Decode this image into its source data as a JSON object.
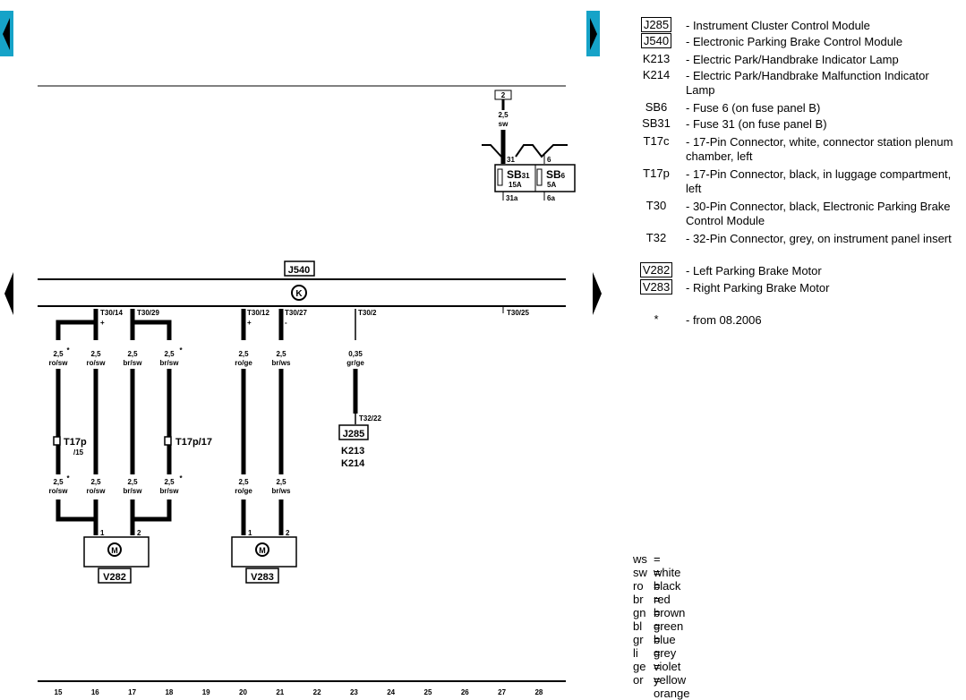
{
  "legend": [
    {
      "code": "J285",
      "boxed": true,
      "desc": "- Instrument Cluster Control Module"
    },
    {
      "code": "J540",
      "boxed": true,
      "desc": "- Electronic Parking Brake Control Module"
    },
    {
      "code": "K213",
      "boxed": false,
      "desc": "- Electric Park/Handbrake Indicator Lamp"
    },
    {
      "code": "K214",
      "boxed": false,
      "desc": "- Electric Park/Handbrake Malfunction Indicator Lamp"
    },
    {
      "code": "SB6",
      "boxed": false,
      "desc": "- Fuse 6 (on fuse panel B)"
    },
    {
      "code": "SB31",
      "boxed": false,
      "desc": "- Fuse 31 (on fuse panel B)"
    },
    {
      "code": "T17c",
      "boxed": false,
      "desc": "- 17-Pin Connector, white, connector station plenum chamber, left"
    },
    {
      "code": "T17p",
      "boxed": false,
      "desc": "- 17-Pin Connector, black, in luggage compartment, left"
    },
    {
      "code": "T30",
      "boxed": false,
      "desc": "- 30-Pin Connector, black, Electronic Parking Brake Control Module"
    },
    {
      "code": "T32",
      "boxed": false,
      "desc": "- 32-Pin Connector, grey, on instrument panel insert"
    },
    {
      "code": "V282",
      "boxed": true,
      "desc": "- Left Parking Brake Motor"
    },
    {
      "code": "V283",
      "boxed": true,
      "desc": "- Right Parking Brake Motor"
    },
    {
      "code": "*",
      "boxed": false,
      "desc": "- from 08.2006"
    }
  ],
  "colors": [
    {
      "code": "ws",
      "desc": "= white"
    },
    {
      "code": "sw",
      "desc": "= black"
    },
    {
      "code": "ro",
      "desc": "= red"
    },
    {
      "code": "br",
      "desc": "= brown"
    },
    {
      "code": "gn",
      "desc": "= green"
    },
    {
      "code": "bl",
      "desc": "= blue"
    },
    {
      "code": "gr",
      "desc": "= grey"
    },
    {
      "code": "li",
      "desc": "= violet"
    },
    {
      "code": "ge",
      "desc": "= yellow"
    },
    {
      "code": "or",
      "desc": "= orange"
    }
  ],
  "diagram": {
    "module_label": "J540",
    "module_icon": "k-symbol-icon",
    "fuse_ground_label": "2",
    "fuse_wire_size": "2,5",
    "fuse_wire_color": "sw",
    "fuse1_pin_in": "31",
    "fuse1_code": "SB",
    "fuse1_sub": "31",
    "fuse1_rating": "15A",
    "fuse1_pin_out": "31a",
    "fuse2_pin_in": "6",
    "fuse2_code": "SB",
    "fuse2_sub": "6",
    "fuse2_rating": "5A",
    "fuse2_pin_out": "6a",
    "pins": [
      "T30/14",
      "T30/29",
      "T30/12",
      "T30/27",
      "T30/2",
      "T30/25"
    ],
    "wires_top": [
      {
        "size": "2,5",
        "color": "ro/sw",
        "star": "*"
      },
      {
        "size": "2,5",
        "color": "ro/sw",
        "star": ""
      },
      {
        "size": "2,5",
        "color": "br/sw",
        "star": ""
      },
      {
        "size": "2,5",
        "color": "br/sw",
        "star": "*"
      },
      {
        "size": "2,5",
        "color": "ro/ge",
        "star": ""
      },
      {
        "size": "2,5",
        "color": "br/ws",
        "star": ""
      },
      {
        "size": "0,35",
        "color": "gr/ge",
        "star": ""
      }
    ],
    "wires_bottom": [
      {
        "size": "2,5",
        "color": "ro/sw",
        "star": "*"
      },
      {
        "size": "2,5",
        "color": "ro/sw",
        "star": ""
      },
      {
        "size": "2,5",
        "color": "br/sw",
        "star": ""
      },
      {
        "size": "2,5",
        "color": "br/sw",
        "star": "*"
      },
      {
        "size": "2,5",
        "color": "ro/ge",
        "star": ""
      },
      {
        "size": "2,5",
        "color": "br/ws",
        "star": ""
      }
    ],
    "connector_left": "T17p",
    "connector_left_sub": "/15",
    "connector_right": "T17p/17",
    "cluster_label": "J285",
    "cluster_pin": "T32/22",
    "lamp1": "K213",
    "lamp2": "K214",
    "motor_left": "V282",
    "motor_right": "V283",
    "motor_pin1": "1",
    "motor_pin2": "2",
    "plus": "+",
    "minus": "-",
    "motor_symbol": "M",
    "ruler": [
      "15",
      "16",
      "17",
      "18",
      "19",
      "20",
      "21",
      "22",
      "23",
      "24",
      "25",
      "26",
      "27",
      "28"
    ]
  }
}
